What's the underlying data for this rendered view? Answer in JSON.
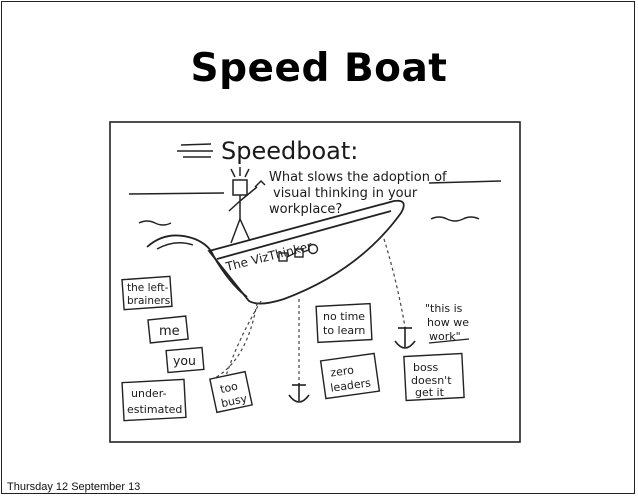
{
  "slide": {
    "title": "Speed Boat",
    "footer_date": "Thursday 12 September 13"
  },
  "illustration": {
    "heading": "Speedboat:",
    "question_line1": "What slows the adoption of",
    "question_line2": "visual thinking in your",
    "question_line3": "workplace?",
    "boat_name": "The VizThinker",
    "anchors": {
      "left_brainers_1": "the left-",
      "left_brainers_2": "brainers",
      "me": "me",
      "you": "you",
      "underestimated_1": "under-",
      "underestimated_2": "estimated",
      "too_busy_1": "too",
      "too_busy_2": "busy",
      "no_time_1": "no time",
      "no_time_2": "to learn",
      "zero_leaders_1": "zero",
      "zero_leaders_2": "leaders",
      "this_is_1": "\"this is",
      "this_is_2": "how we",
      "this_is_3": "work\"",
      "boss_1": "boss",
      "boss_2": "doesn't",
      "boss_3": "get it"
    }
  }
}
